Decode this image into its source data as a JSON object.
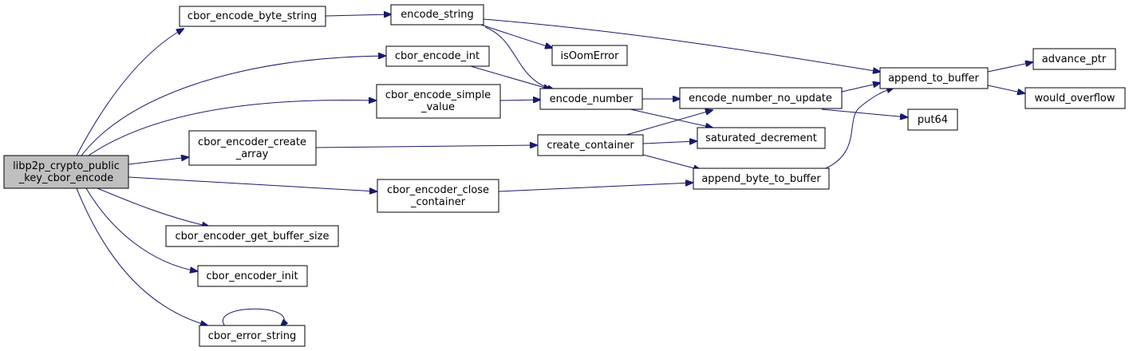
{
  "colors": {
    "edge": "#191970",
    "root_fill": "#bfbfbf",
    "node_fill": "#ffffff",
    "border": "#000000"
  },
  "nodes": {
    "root": {
      "lines": [
        "libp2p_crypto_public",
        "_key_cbor_encode"
      ]
    },
    "cbor_encode_byte_string": {
      "lines": [
        "cbor_encode_byte_string"
      ]
    },
    "encode_string": {
      "lines": [
        "encode_string"
      ]
    },
    "cbor_encode_int": {
      "lines": [
        "cbor_encode_int"
      ]
    },
    "isOomError": {
      "lines": [
        "isOomError"
      ]
    },
    "cbor_encode_simple_value": {
      "lines": [
        "cbor_encode_simple",
        "_value"
      ]
    },
    "encode_number": {
      "lines": [
        "encode_number"
      ]
    },
    "encode_number_no_update": {
      "lines": [
        "encode_number_no_update"
      ]
    },
    "append_to_buffer": {
      "lines": [
        "append_to_buffer"
      ]
    },
    "advance_ptr": {
      "lines": [
        "advance_ptr"
      ]
    },
    "would_overflow": {
      "lines": [
        "would_overflow"
      ]
    },
    "put64": {
      "lines": [
        "put64"
      ]
    },
    "cbor_encoder_create_array": {
      "lines": [
        "cbor_encoder_create",
        "_array"
      ]
    },
    "create_container": {
      "lines": [
        "create_container"
      ]
    },
    "saturated_decrement": {
      "lines": [
        "saturated_decrement"
      ]
    },
    "cbor_encoder_close_container": {
      "lines": [
        "cbor_encoder_close",
        "_container"
      ]
    },
    "append_byte_to_buffer": {
      "lines": [
        "append_byte_to_buffer"
      ]
    },
    "cbor_encoder_get_buffer_size": {
      "lines": [
        "cbor_encoder_get_buffer_size"
      ]
    },
    "cbor_encoder_init": {
      "lines": [
        "cbor_encoder_init"
      ]
    },
    "cbor_error_string": {
      "lines": [
        "cbor_error_string"
      ]
    }
  },
  "edges": [
    [
      "root",
      "cbor_encode_byte_string"
    ],
    [
      "root",
      "cbor_encode_int"
    ],
    [
      "root",
      "cbor_encode_simple_value"
    ],
    [
      "root",
      "cbor_encoder_create_array"
    ],
    [
      "root",
      "cbor_encoder_close_container"
    ],
    [
      "root",
      "cbor_encoder_get_buffer_size"
    ],
    [
      "root",
      "cbor_encoder_init"
    ],
    [
      "root",
      "cbor_error_string"
    ],
    [
      "cbor_encode_byte_string",
      "encode_string"
    ],
    [
      "encode_string",
      "isOomError"
    ],
    [
      "encode_string",
      "encode_number"
    ],
    [
      "encode_string",
      "append_to_buffer"
    ],
    [
      "cbor_encode_int",
      "encode_number"
    ],
    [
      "cbor_encode_simple_value",
      "encode_number"
    ],
    [
      "encode_number",
      "encode_number_no_update"
    ],
    [
      "encode_number",
      "saturated_decrement"
    ],
    [
      "encode_number_no_update",
      "append_to_buffer"
    ],
    [
      "encode_number_no_update",
      "put64"
    ],
    [
      "append_to_buffer",
      "advance_ptr"
    ],
    [
      "append_to_buffer",
      "would_overflow"
    ],
    [
      "cbor_encoder_create_array",
      "create_container"
    ],
    [
      "create_container",
      "encode_number_no_update"
    ],
    [
      "create_container",
      "saturated_decrement"
    ],
    [
      "create_container",
      "append_byte_to_buffer"
    ],
    [
      "cbor_encoder_close_container",
      "append_byte_to_buffer"
    ],
    [
      "append_byte_to_buffer",
      "append_to_buffer"
    ],
    [
      "cbor_error_string",
      "cbor_error_string"
    ]
  ]
}
